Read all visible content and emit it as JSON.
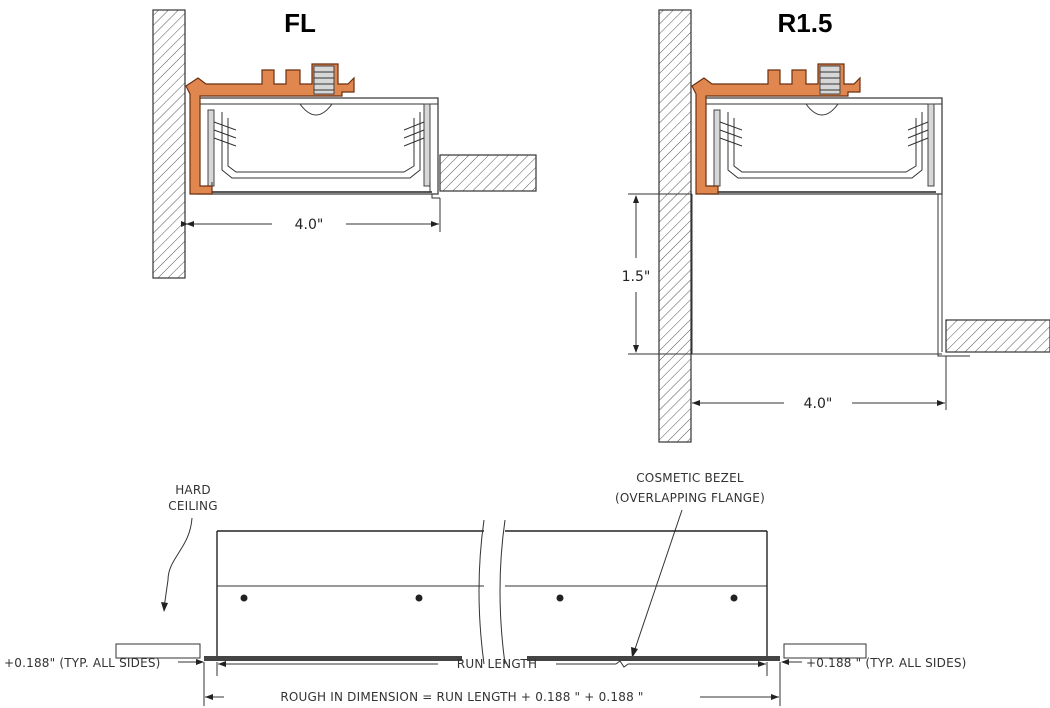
{
  "views": {
    "fl": {
      "title": "FL",
      "width_dim": "4.0\""
    },
    "r15": {
      "title": "R1.5",
      "height_dim": "1.5\"",
      "width_dim": "4.0\""
    }
  },
  "section": {
    "hard_ceiling_line1": "HARD",
    "hard_ceiling_line2": "CEILING",
    "bezel_line1": "COSMETIC BEZEL",
    "bezel_line2": "(OVERLAPPING FLANGE)",
    "left_tolerance": "+0.188\" (TYP. ALL SIDES)",
    "right_tolerance": "+0.188 \" (TYP. ALL SIDES)",
    "run_length": "RUN LENGTH",
    "rough_in": "ROUGH IN DIMENSION = RUN LENGTH + 0.188 \" + 0.188 \""
  },
  "colors": {
    "trim": "#e0874f",
    "hatch": "#555555"
  }
}
